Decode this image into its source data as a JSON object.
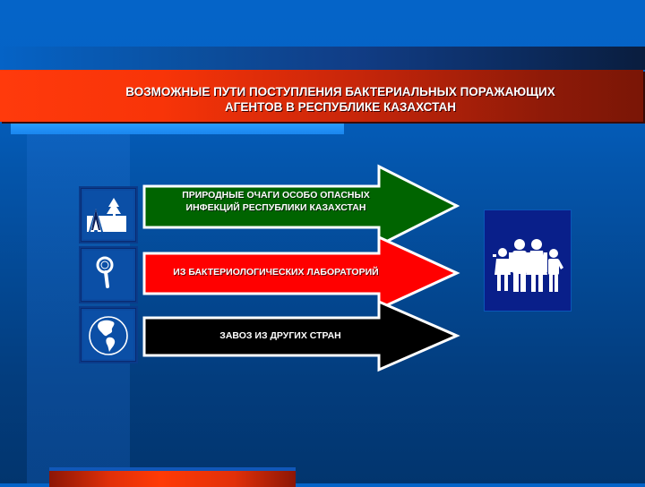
{
  "slide": {
    "title_line1": "ВОЗМОЖНЫЕ ПУТИ ПОСТУПЛЕНИЯ БАКТЕРИАЛЬНЫХ ПОРАЖАЮЩИХ",
    "title_line2": "АГЕНТОВ  В РЕСПУБЛИКЕ КАЗАХСТАН",
    "colors": {
      "background": "#0455ab",
      "header_red": "#ff3a0c",
      "header_dark_red": "#7a1606",
      "accent_blue": "#2a9cff"
    }
  },
  "routes": [
    {
      "line1": "ПРИРОДНЫЕ ОЧАГИ ОСОБО ОПАСНЫХ",
      "line2": "ИНФЕКЦИЙ РЕСПУБЛИКИ КАЗАХСТАН",
      "color": "#006400",
      "icon": "tent-tree-icon"
    },
    {
      "line1": "ИЗ БАКТЕРИОЛОГИЧЕСКИХ ЛАБОРАТОРИЙ",
      "color": "#ff0000",
      "icon": "magnifier-icon"
    },
    {
      "line1": "ЗАВОЗ ИЗ ДРУГИХ СТРАН",
      "color": "#000000",
      "icon": "globe-icon"
    }
  ],
  "target": {
    "icon": "family-icon"
  }
}
